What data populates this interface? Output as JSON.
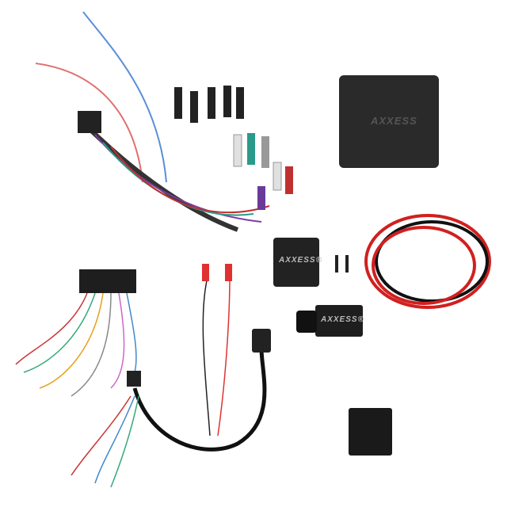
{
  "image": {
    "subject": "Car audio interface kit components on white background",
    "brand_text": "AXXESS",
    "registered_mark": "®",
    "labels": {
      "module_logo": "AXXESS",
      "mount_logo": "AXXESS®",
      "knob_logo": "AXXESS®"
    }
  }
}
